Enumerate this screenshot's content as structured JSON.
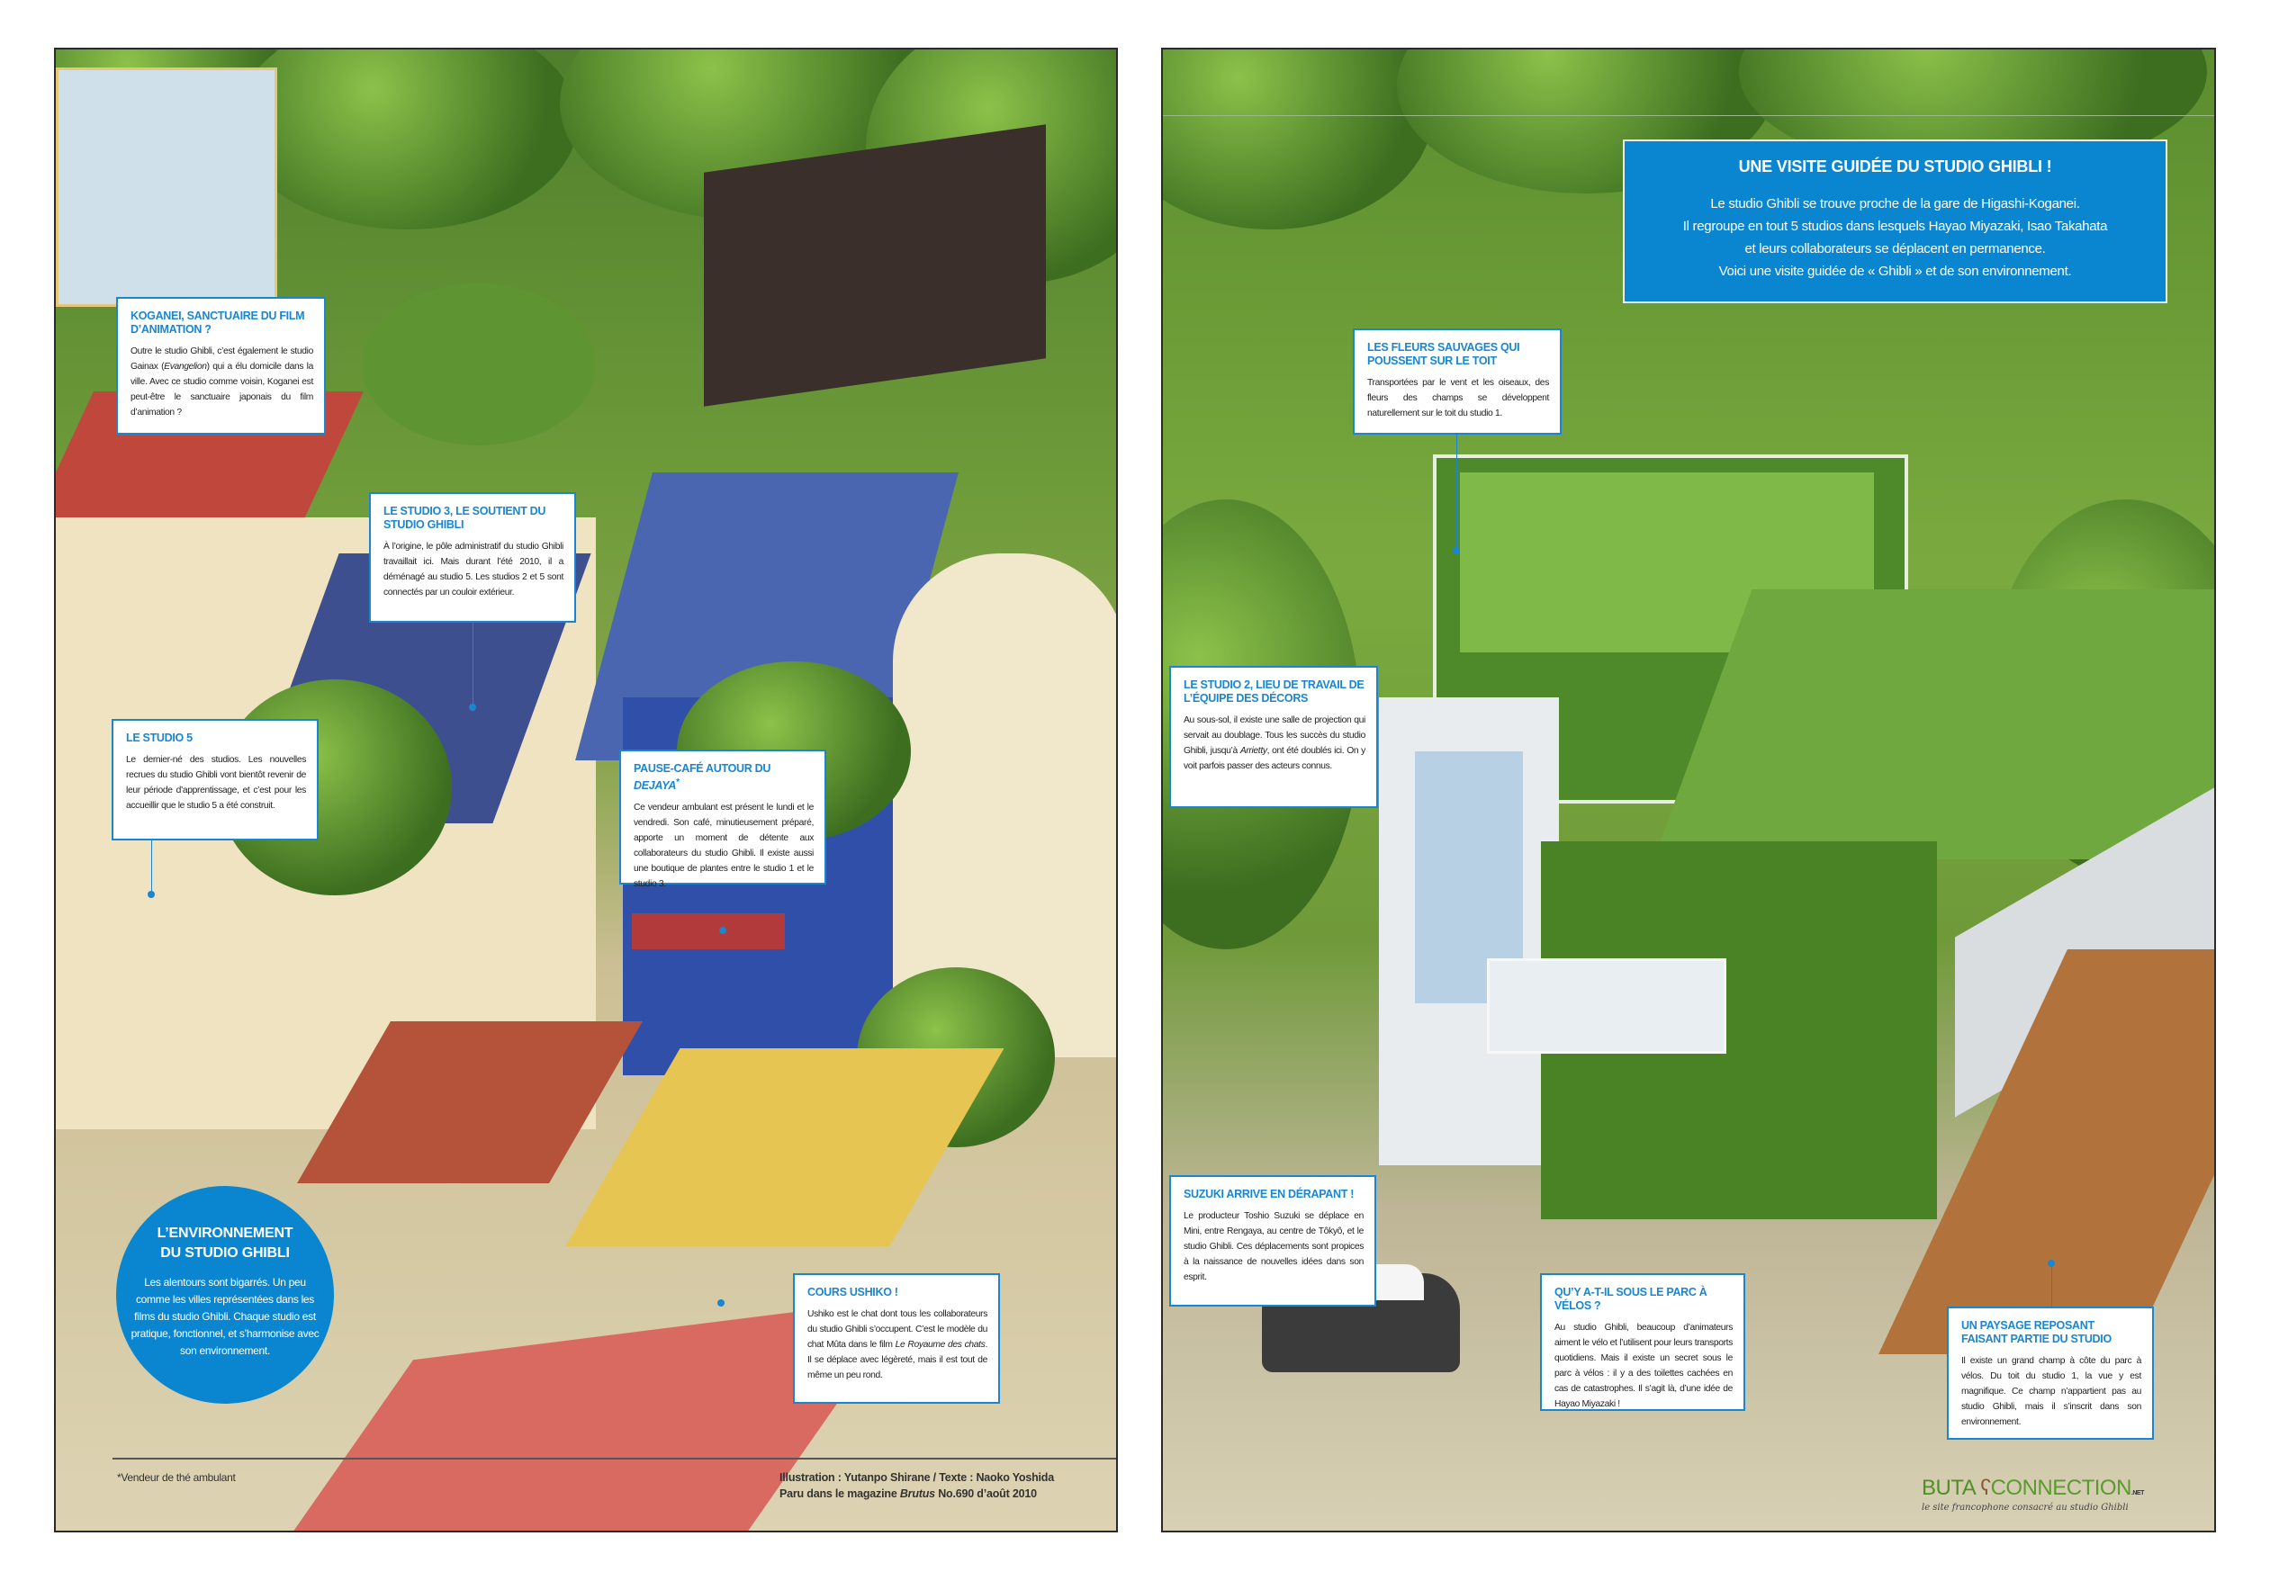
{
  "left_page": {
    "boxes": [
      {
        "title": "Koganei, sanctuaire du film d’animation ?",
        "body_pre": "Outre le studio Ghibli, c’est également le studio Gainax (",
        "body_em": "Evangelion",
        "body_post": ") qui a élu domicile dans la ville. Avec ce studio comme voisin, Koganei est peut-être le sanctuaire japonais du film d’animation ?"
      },
      {
        "title": "Le studio 3, le soutient du studio Ghibli",
        "body": "À l’origine, le pôle administratif du studio Ghibli travaillait ici. Mais durant l’été 2010, il a déménagé au studio 5. Les studios 2 et 5 sont connectés par un couloir extérieur."
      },
      {
        "title": "Le studio 5",
        "body": "Le dernier-né des studios. Les nouvelles recrues du studio Ghibli vont bientôt revenir de leur période d’apprentissage, et c’est pour les accueillir que le studio 5 a été construit."
      },
      {
        "title_pre": "Pause-café autour du ",
        "title_em": "Dejaya",
        "title_sup": "*",
        "body": "Ce vendeur ambulant est présent le lundi et le vendredi. Son café, minutieusement préparé, apporte un moment de détente aux collaborateurs du studio Ghibli. Il existe aussi une boutique de plantes entre le studio 1 et le studio 3."
      },
      {
        "title": "Cours Ushiko !",
        "body_pre": "Ushiko est le chat dont tous les collaborateurs du studio Ghibli s’occupent. C’est le modèle du chat Mûta dans le film ",
        "body_em": "Le Royaume des chats",
        "body_post": ". Il se déplace avec légèreté, mais il est tout de même un peu rond."
      }
    ],
    "circle": {
      "title_1": "L’ENVIRONNEMENT",
      "title_2": "DU STUDIO GHIBLI",
      "body": "Les alentours sont bigarrés. Un peu comme les villes représentées dans les films du studio Ghibli. Chaque studio est pratique, fonctionnel, et s’harmonise avec son environnement."
    },
    "footnote": "*Vendeur de thé ambulant",
    "credits_1": "Illustration : Yutanpo Shirane / Texte : Naoko Yoshida",
    "credits_2_pre": "Paru dans le magazine ",
    "credits_2_em": "Brutus",
    "credits_2_post": " No.690 d’août 2010"
  },
  "right_page": {
    "intro": {
      "title": "UNE VISITE GUIDÉE DU STUDIO GHIBLI !",
      "lines": [
        "Le studio Ghibli se trouve proche de la gare de Higashi-Koganei.",
        "Il regroupe en tout 5 studios dans lesquels Hayao Miyazaki, Isao Takahata",
        "et leurs collaborateurs se déplacent en permanence.",
        "Voici une visite guidée de « Ghibli » et de son environnement."
      ]
    },
    "boxes": [
      {
        "title": "Les fleurs sauvages qui poussent sur le toit",
        "body": "Transportées par le vent et les oiseaux, des fleurs des champs se développent naturellement sur le toit du studio 1."
      },
      {
        "title": "Le studio 2, lieu de travail de l’équipe des décors",
        "body_pre": "Au sous-sol, il existe une salle de projection qui servait au doublage. Tous les succès du studio Ghibli, jusqu’à ",
        "body_em": "Arrietty",
        "body_post": ", ont été doublés ici. On y voit parfois passer des acteurs connus."
      },
      {
        "title": "Suzuki arrive en dérapant !",
        "body": "Le producteur Toshio Suzuki se déplace en Mini, entre Rengaya, au centre de Tôkyô, et le studio Ghibli. Ces déplacements sont propices à la naissance de nouvelles idées dans son esprit."
      },
      {
        "title": "Qu’y a-t-il sous le parc à vélos ?",
        "body": "Au studio Ghibli, beaucoup d’animateurs aiment le vélo et l’utilisent pour leurs transports quotidiens. Mais il existe un secret sous le parc à vélos : il y a des toilettes cachées en cas de catastrophes. Il s’agit là, d’une idée de Hayao Miyazaki !"
      },
      {
        "title": "Un paysage reposant faisant partie du studio",
        "body": "Il existe un grand champ à côte du parc à vélos. Du toit du studio 1, la vue y est magnifique. Ce champ n’appartient pas au studio Ghibli, mais il s’inscrit dans son environnement."
      }
    ],
    "logo": {
      "part1": "BUTA",
      "part2": "CONNECTION",
      "suffix": ".NET",
      "tagline": "le site francophone consacré au studio Ghibli"
    }
  },
  "colors": {
    "accent": "#1a86d0",
    "circle": "#0a86d0",
    "logo_green": "#5a9a2e"
  }
}
